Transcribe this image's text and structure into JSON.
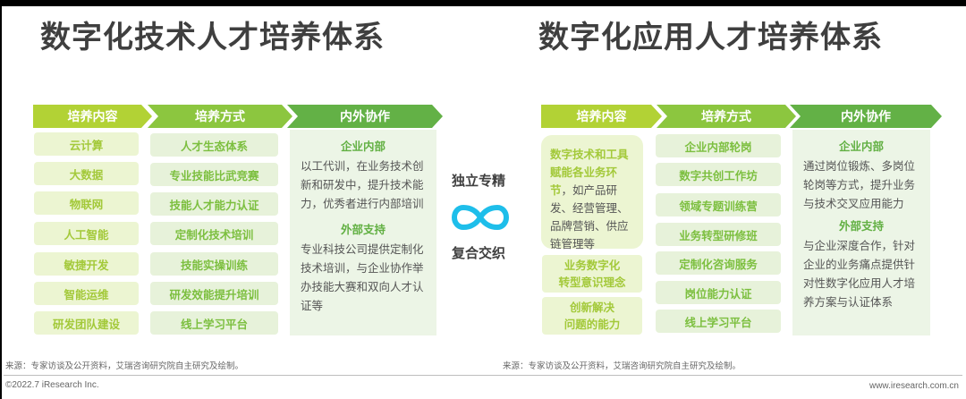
{
  "colors": {
    "arrow1": "#b2d235",
    "arrow2": "#8cc63f",
    "arrow3": "#63b146",
    "cell_content_bg": "#ecf5d2",
    "cell_method_bg": "#e7f2da",
    "panel_bg": "#ecf5e6",
    "infinity": "#1ebeea"
  },
  "left": {
    "title": "数字化技术人才培养体系",
    "headers": [
      "培养内容",
      "培养方式",
      "内外协作"
    ],
    "content": [
      "云计算",
      "大数据",
      "物联网",
      "人工智能",
      "敏捷开发",
      "智能运维",
      "研发团队建设"
    ],
    "methods": [
      "人才生态体系",
      "专业技能比武竞赛",
      "技能人才能力认证",
      "定制化技术培训",
      "技能实操训练",
      "研发效能提升培训",
      "线上学习平台"
    ],
    "collab": {
      "internal_title": "企业内部",
      "internal_text": "以工代训，在业务技术创新和研发中，提升技术能力，优秀者进行内部培训",
      "external_title": "外部支持",
      "external_text": "专业科技公司提供定制化技术培训，与企业协作举办技能大赛和双向人才认证等"
    }
  },
  "center": {
    "top_label": "独立专精",
    "icon": "infinity-icon",
    "bottom_label": "复合交织"
  },
  "right": {
    "title": "数字化应用人才培养体系",
    "headers": [
      "培养内容",
      "培养方式",
      "内外协作"
    ],
    "content_main": {
      "highlight": "数字技术和工具赋能各业务环节",
      "rest": "，如产品研发、经营管理、品牌营销、供应链管理等"
    },
    "content": [
      "业务数字化\n转型意识理念",
      "创新解决\n问题的能力"
    ],
    "methods": [
      "企业内部轮岗",
      "数字共创工作坊",
      "领域专题训练营",
      "业务转型研修班",
      "定制化咨询服务",
      "岗位能力认证",
      "线上学习平台"
    ],
    "collab": {
      "internal_title": "企业内部",
      "internal_text": "通过岗位锻炼、多岗位轮岗等方式，提升业务与技术交叉应用能力",
      "external_title": "外部支持",
      "external_text": "与企业深度合作，针对企业的业务痛点提供针对性数字化应用人才培养方案与认证体系"
    }
  },
  "footer": {
    "source_left": "来源：专家访谈及公开资料，艾瑞咨询研究院自主研究及绘制。",
    "source_right": "来源：专家访谈及公开资料，艾瑞咨询研究院自主研究及绘制。",
    "copyright": "©2022.7 iResearch Inc.",
    "website": "www.iresearch.com.cn"
  }
}
